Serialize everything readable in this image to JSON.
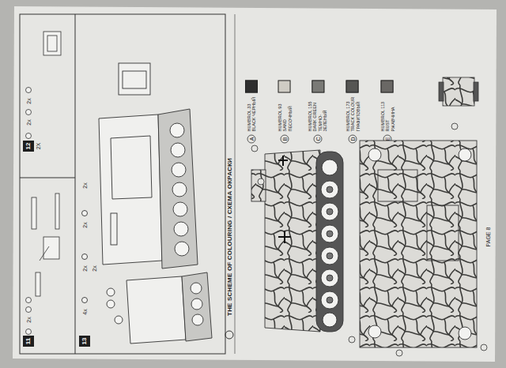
{
  "diagram": {
    "title": "THE SCHEME OF COLOURING / СХЕМА ОКРАСКИ",
    "nodes": [
      {
        "text": [
          "11"
        ]
      },
      {
        "text": [
          "12"
        ]
      },
      {
        "text": [
          "13"
        ]
      }
    ],
    "labels": [
      "2x",
      "2x",
      "2X",
      "2x",
      "4x",
      "2x",
      "2x",
      "2x",
      "2x",
      "A",
      "B",
      "C",
      "D",
      "E",
      "PAGE 8"
    ],
    "legend": [
      {
        "text": "HUMBROL 33 BLACK ЧЕРНЫЙ",
        "color": "#2e2e2e"
      },
      {
        "text": "HUMBROL 93 SAND ПЕСОЧНЫЙ",
        "color": "#cfccc4"
      },
      {
        "text": "HUMBROL 155 DARK GREEN ТЕМНО-ЗЕЛЕНЫЙ",
        "color": "#7a7a76"
      },
      {
        "text": "HUMBROL 173 TRACK COLOUR ГРАФИТОВЫЙ",
        "color": "#555553"
      },
      {
        "text": "HUMBROL 113 RUST РЖАВЧИНА",
        "color": "#6a6865"
      }
    ]
  }
}
